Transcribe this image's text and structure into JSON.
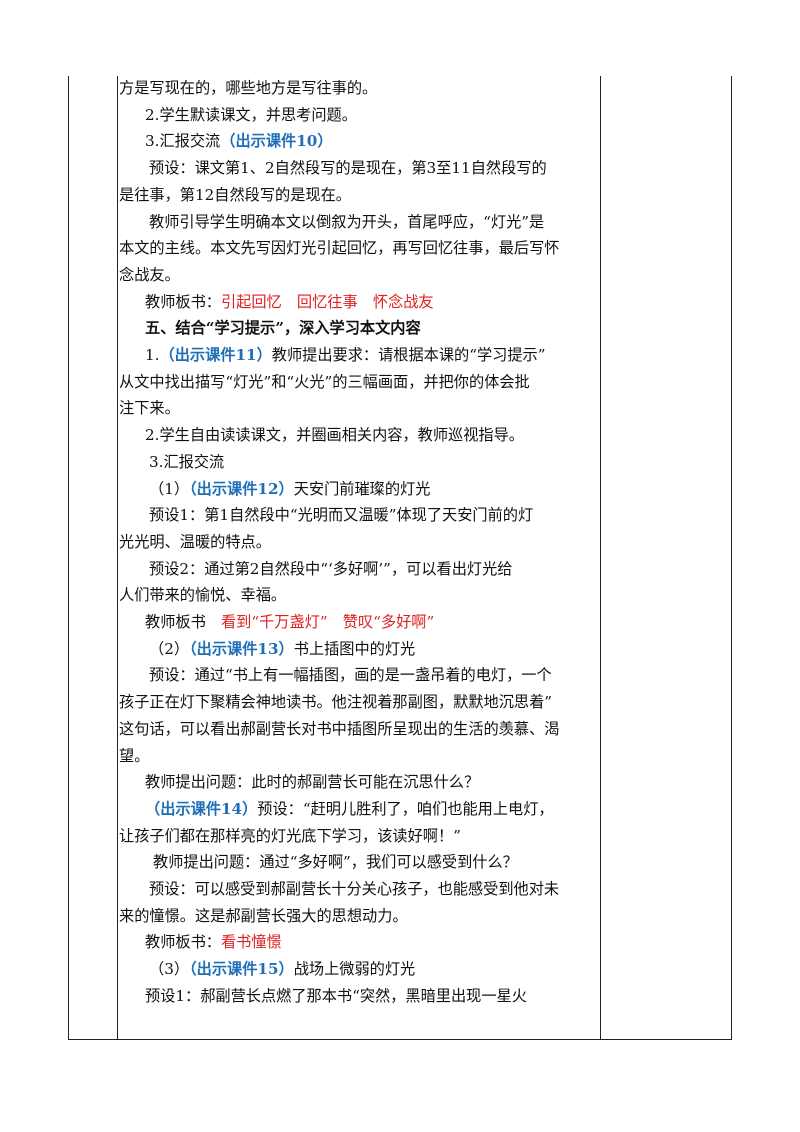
{
  "lines": [
    {
      "indent": 0,
      "segments": [
        {
          "t": "方是写现在的，哪些地方是写往事的。"
        }
      ]
    },
    {
      "indent": 26,
      "segments": [
        {
          "t": "2.学生默读课文，并思考问题。"
        }
      ]
    },
    {
      "indent": 26,
      "segments": [
        {
          "t": "3.汇报交流"
        },
        {
          "t": "（出示课件10）",
          "s": "blue"
        }
      ]
    },
    {
      "indent": 30,
      "segments": [
        {
          "t": "预设：课文第1、2自然段写的是现在，第3至11自然段写的"
        }
      ]
    },
    {
      "indent": 0,
      "segments": [
        {
          "t": "是往事，第12自然段写的是现在。"
        }
      ]
    },
    {
      "indent": 30,
      "segments": [
        {
          "t": "教师引导学生明确本文以倒叙为开头，首尾呼应，“灯光”是"
        }
      ]
    },
    {
      "indent": 0,
      "segments": [
        {
          "t": "本文的主线。本文先写因灯光引起回忆，再写回忆往事，最后写怀"
        }
      ]
    },
    {
      "indent": 0,
      "segments": [
        {
          "t": "念战友。"
        }
      ]
    },
    {
      "indent": 26,
      "segments": [
        {
          "t": "教师板书："
        },
        {
          "t": "引起回忆　回忆往事　怀念战友",
          "s": "red"
        }
      ]
    },
    {
      "indent": 26,
      "segments": [
        {
          "t": "五、结合“学习提示”，深入学习本文内容",
          "s": "bold"
        }
      ]
    },
    {
      "indent": 26,
      "segments": [
        {
          "t": "1."
        },
        {
          "t": "（出示课件11）",
          "s": "blue"
        },
        {
          "t": "教师提出要求：请根据本课的“学习提示”"
        }
      ]
    },
    {
      "indent": 0,
      "segments": [
        {
          "t": "从文中找出描写“灯光”和“火光”的三幅画面，并把你的体会批"
        }
      ]
    },
    {
      "indent": 0,
      "segments": [
        {
          "t": "注下来。"
        }
      ]
    },
    {
      "indent": 26,
      "segments": [
        {
          "t": "2.学生自由读读课文，并圈画相关内容，教师巡视指导。"
        }
      ]
    },
    {
      "indent": 30,
      "segments": [
        {
          "t": "3.汇报交流"
        }
      ]
    },
    {
      "indent": 30,
      "segments": [
        {
          "t": "（1）"
        },
        {
          "t": "（出示课件12）",
          "s": "blue"
        },
        {
          "t": "天安门前璀璨的灯光"
        }
      ]
    },
    {
      "indent": 30,
      "segments": [
        {
          "t": "预设1：第1自然段中“光明而又温暖”体现了天安门前的灯"
        }
      ]
    },
    {
      "indent": 0,
      "segments": [
        {
          "t": "光光明、温暖的特点。"
        }
      ]
    },
    {
      "indent": 30,
      "segments": [
        {
          "t": "预设2：通过第2自然段中“‘多好啊’”，可以看出灯光给"
        }
      ]
    },
    {
      "indent": 0,
      "segments": [
        {
          "t": "人们带来的愉悦、幸福。"
        }
      ]
    },
    {
      "indent": 26,
      "segments": [
        {
          "t": "教师板书　"
        },
        {
          "t": "看到“千万盏灯”　赞叹“多好啊”",
          "s": "red"
        }
      ]
    },
    {
      "indent": 30,
      "segments": [
        {
          "t": "（2）"
        },
        {
          "t": "（出示课件13）",
          "s": "blue"
        },
        {
          "t": "书上插图中的灯光"
        }
      ]
    },
    {
      "indent": 30,
      "segments": [
        {
          "t": "预设：通过“书上有一幅插图，画的是一盏吊着的电灯，一个"
        }
      ]
    },
    {
      "indent": 0,
      "segments": [
        {
          "t": "孩子正在灯下聚精会神地读书。他注视着那副图，默默地沉思着”"
        }
      ]
    },
    {
      "indent": 0,
      "segments": [
        {
          "t": "这句话，可以看出郝副营长对书中插图所呈现出的生活的羡慕、渴"
        }
      ]
    },
    {
      "indent": 0,
      "segments": [
        {
          "t": "望。"
        }
      ]
    },
    {
      "indent": 26,
      "segments": [
        {
          "t": "教师提出问题：此时的郝副营长可能在沉思什么？"
        }
      ]
    },
    {
      "indent": 26,
      "segments": [
        {
          "t": "（出示课件14）",
          "s": "blue"
        },
        {
          "t": "预设：“赶明儿胜利了，咱们也能用上电灯，"
        }
      ]
    },
    {
      "indent": 0,
      "segments": [
        {
          "t": "让孩子们都在那样亮的灯光底下学习，该读好啊！”"
        }
      ]
    },
    {
      "indent": 34,
      "segments": [
        {
          "t": "教师提出问题：通过“多好啊”，我们可以感受到什么？"
        }
      ]
    },
    {
      "indent": 30,
      "segments": [
        {
          "t": "预设：可以感受到郝副营长十分关心孩子，也能感受到他对未"
        }
      ]
    },
    {
      "indent": 0,
      "segments": [
        {
          "t": "来的憧憬。这是郝副营长强大的思想动力。"
        }
      ]
    },
    {
      "indent": 26,
      "segments": [
        {
          "t": "教师板书："
        },
        {
          "t": "看书憧憬",
          "s": "red"
        }
      ]
    },
    {
      "indent": 30,
      "segments": [
        {
          "t": "（3）"
        },
        {
          "t": "（出示课件15）",
          "s": "blue"
        },
        {
          "t": "战场上微弱的灯光"
        }
      ]
    },
    {
      "indent": 26,
      "segments": [
        {
          "t": "预设1：郝副营长点燃了那本书“突然，黑暗里出现一星火"
        }
      ]
    }
  ]
}
